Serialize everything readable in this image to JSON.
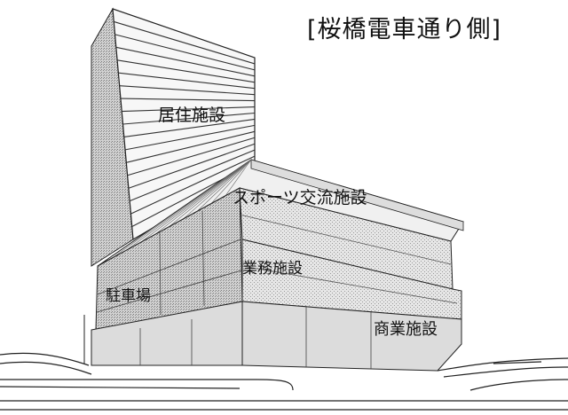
{
  "title": "[桜橋電車通り側]",
  "labels": {
    "residential": "居住施設",
    "sports": "スポーツ交流施設",
    "business": "業務施設",
    "parking": "駐車場",
    "commercial": "商業施設"
  }
}
